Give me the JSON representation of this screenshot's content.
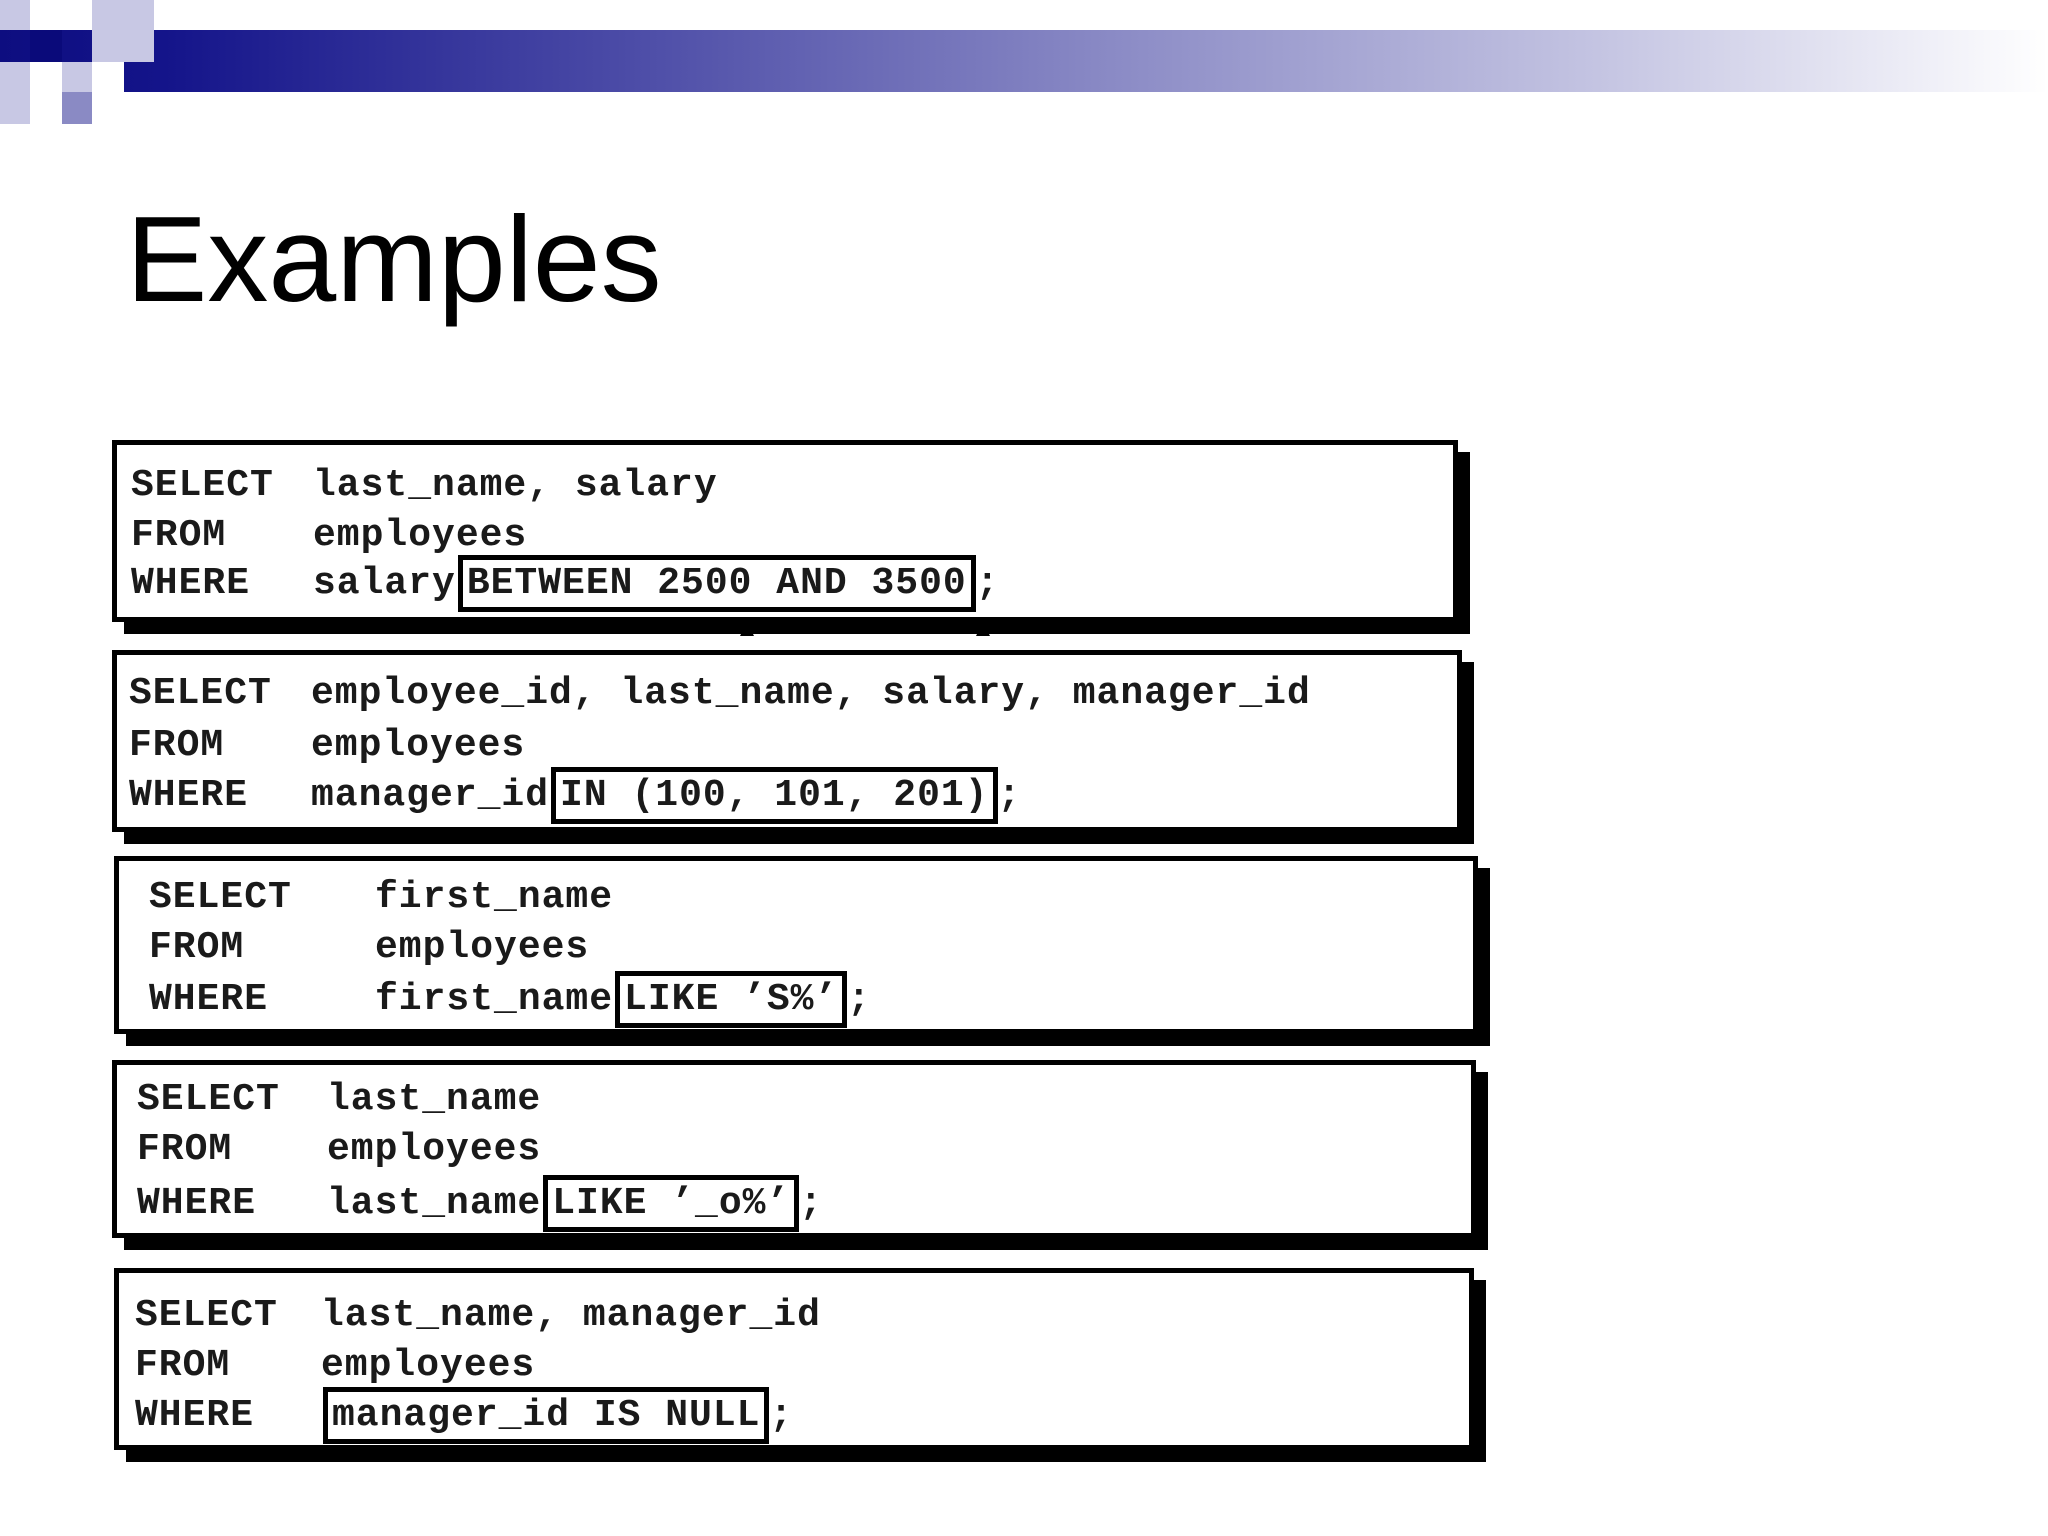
{
  "slide": {
    "title": "Examples"
  },
  "examples": [
    {
      "lines": [
        {
          "keyword": "SELECT",
          "body": "last_name, salary",
          "highlight": "",
          "tail": ""
        },
        {
          "keyword": "FROM",
          "body": "employees",
          "highlight": "",
          "tail": ""
        },
        {
          "keyword": "WHERE",
          "body": "salary",
          "highlight": "BETWEEN 2500 AND 3500",
          "tail": ";"
        }
      ]
    },
    {
      "lines": [
        {
          "keyword": "SELECT",
          "body": "employee_id, last_name, salary, manager_id",
          "highlight": "",
          "tail": ""
        },
        {
          "keyword": "FROM",
          "body": "employees",
          "highlight": "",
          "tail": ""
        },
        {
          "keyword": "WHERE",
          "body": "manager_id",
          "highlight": "IN (100, 101, 201)",
          "tail": ";"
        }
      ]
    },
    {
      "lines": [
        {
          "keyword": "SELECT",
          "body": "first_name",
          "highlight": "",
          "tail": ""
        },
        {
          "keyword": "FROM",
          "body": "employees",
          "highlight": "",
          "tail": ""
        },
        {
          "keyword": "WHERE",
          "body": "first_name",
          "highlight": "LIKE ’S%’",
          "tail": ";"
        }
      ]
    },
    {
      "lines": [
        {
          "keyword": "SELECT",
          "body": "last_name",
          "highlight": "",
          "tail": ""
        },
        {
          "keyword": "FROM",
          "body": "employees",
          "highlight": "",
          "tail": ""
        },
        {
          "keyword": "WHERE",
          "body": "last_name",
          "highlight": "LIKE ’_o%’",
          "tail": ";"
        }
      ]
    },
    {
      "lines": [
        {
          "keyword": "SELECT",
          "body": "last_name, manager_id",
          "highlight": "",
          "tail": ""
        },
        {
          "keyword": "FROM",
          "body": "employees",
          "highlight": "",
          "tail": ""
        },
        {
          "keyword": "WHERE",
          "body": "",
          "highlight": "manager_id IS NULL",
          "tail": ";"
        }
      ]
    }
  ],
  "colors": {
    "header_dark": "#0d0d80",
    "header_light": "#c4c4e2",
    "border": "#000000",
    "code_text": "#1a1a1a"
  }
}
